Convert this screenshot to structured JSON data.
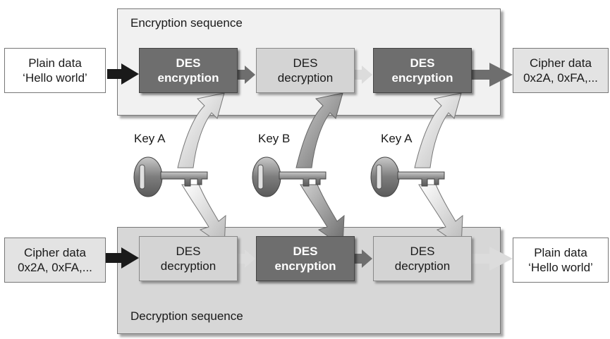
{
  "encryption_panel": {
    "label": "Encryption sequence"
  },
  "decryption_panel": {
    "label": "Decryption sequence"
  },
  "encryption_input": {
    "line1": "Plain data",
    "line2": "‘Hello world’"
  },
  "encryption_output": {
    "line1": "Cipher data",
    "line2": "0x2A, 0xFA,..."
  },
  "decryption_input": {
    "line1": "Cipher data",
    "line2": "0x2A, 0xFA,..."
  },
  "decryption_output": {
    "line1": "Plain data",
    "line2": "‘Hello world’"
  },
  "encryption_steps": [
    {
      "line1": "DES",
      "line2": "encryption"
    },
    {
      "line1": "DES",
      "line2": "decryption"
    },
    {
      "line1": "DES",
      "line2": "encryption"
    }
  ],
  "decryption_steps": [
    {
      "line1": "DES",
      "line2": "decryption"
    },
    {
      "line1": "DES",
      "line2": "encryption"
    },
    {
      "line1": "DES",
      "line2": "decryption"
    }
  ],
  "keys": [
    {
      "label": "Key A",
      "icon": "key-icon"
    },
    {
      "label": "Key B",
      "icon": "key-icon"
    },
    {
      "label": "Key A",
      "icon": "key-icon"
    }
  ],
  "colors": {
    "dark_step": "#6e6e6e",
    "light_step": "#d4d4d4",
    "enc_panel": "#f1f1f1",
    "dec_panel": "#d7d7d7"
  }
}
